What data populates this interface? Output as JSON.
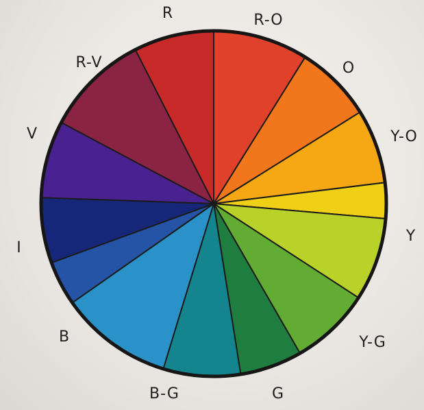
{
  "wheel": {
    "segments": [
      {
        "label": "R-O",
        "color": "#e0412a"
      },
      {
        "label": "O",
        "color": "#f2761c"
      },
      {
        "label": "Y-O",
        "color": "#f5a714"
      },
      {
        "label": "Y",
        "color": "#efd016"
      },
      {
        "label": "Y-G",
        "color": "#b8d22a"
      },
      {
        "label": "",
        "color": "#63ac34"
      },
      {
        "label": "G",
        "color": "#1f7e3f"
      },
      {
        "label": "",
        "color": "#14848e"
      },
      {
        "label": "B-G",
        "color": "#2a92c8"
      },
      {
        "label": "B",
        "color": "#2553a6"
      },
      {
        "label": "I",
        "color": "#16277a"
      },
      {
        "label": "V",
        "color": "#4a2190"
      },
      {
        "label": "R-V",
        "color": "#8a2344"
      },
      {
        "label": "R",
        "color": "#c82a2a"
      }
    ]
  }
}
